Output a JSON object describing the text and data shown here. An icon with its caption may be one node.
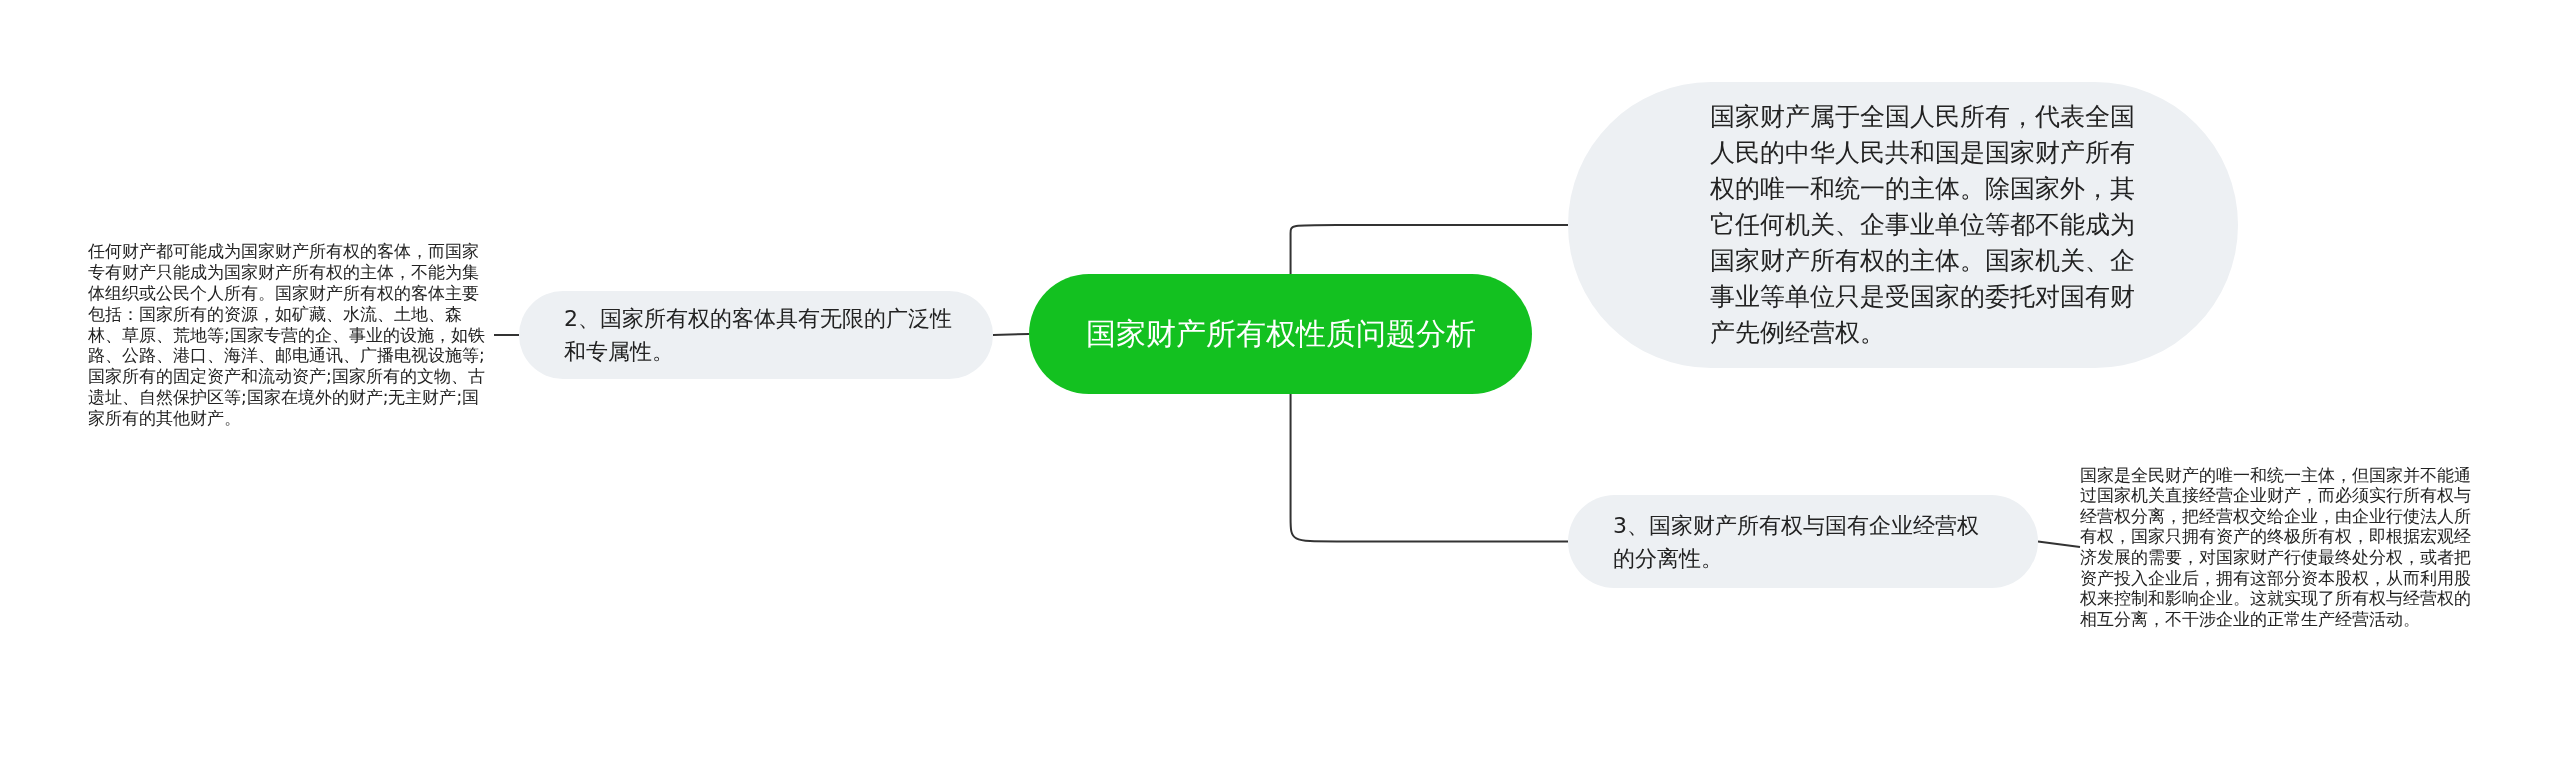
{
  "diagram": {
    "nodes": [
      {
        "text": [
          "国家财产所有权性质问题分析"
        ]
      },
      {
        "text": [
          "国家财产属于全国人民所有，代表全国人民的中华人民共和国是国家财产所有权的唯一和统一的主体。除国家外，其它任何机关、企事业单位等都不能成为国家财产所有权的主体。国家机关、企事业等单位只是受国家的委托对国有财产先例经营权。"
        ]
      },
      {
        "text": [
          "2、国家所有权的客体具有无限的广泛性和专属性。"
        ]
      },
      {
        "text": [
          "任何财产都可能成为国家财产所有权的客体，而国家专有财产只能成为国家财产所有权的主体，不能为集体组织或公民个人所有。国家财产所有权的客体主要包括：国家所有的资源，如矿藏、水流、土地、森林、草原、荒地等;国家专营的企、事业的设施，如铁路、公路、港口、海洋、邮电通讯、广播电视设施等;国家所有的固定资产和流动资产;国家所有的文物、古遗址、自然保护区等;国家在境外的财产;无主财产;国家所有的其他财产。"
        ]
      },
      {
        "text": [
          "3、国家财产所有权与国有企业经营权的分离性。"
        ]
      },
      {
        "text": [
          "国家是全民财产的唯一和统一主体，但国家并不能通过国家机关直接经营企业财产，而必须实行所有权与经营权分离，把经营权交给企业，由企业行使法人所有权，国家只拥有资产的终极所有权，即根据宏观经济发展的需要，对国家财产行使最终处分权，或者把资产投入企业后，拥有这部分资本股权，从而利用股权来控制和影响企业。这就实现了所有权与经营权的相互分离，不干涉企业的正常生产经营活动。"
        ]
      }
    ],
    "edges": [
      {
        "from": 0,
        "to": 1,
        "arrow": "none"
      },
      {
        "from": 0,
        "to": 2,
        "arrow": "none"
      },
      {
        "from": 2,
        "to": 3,
        "arrow": "none"
      },
      {
        "from": 0,
        "to": 4,
        "arrow": "none"
      },
      {
        "from": 4,
        "to": 5,
        "arrow": "none"
      }
    ]
  }
}
